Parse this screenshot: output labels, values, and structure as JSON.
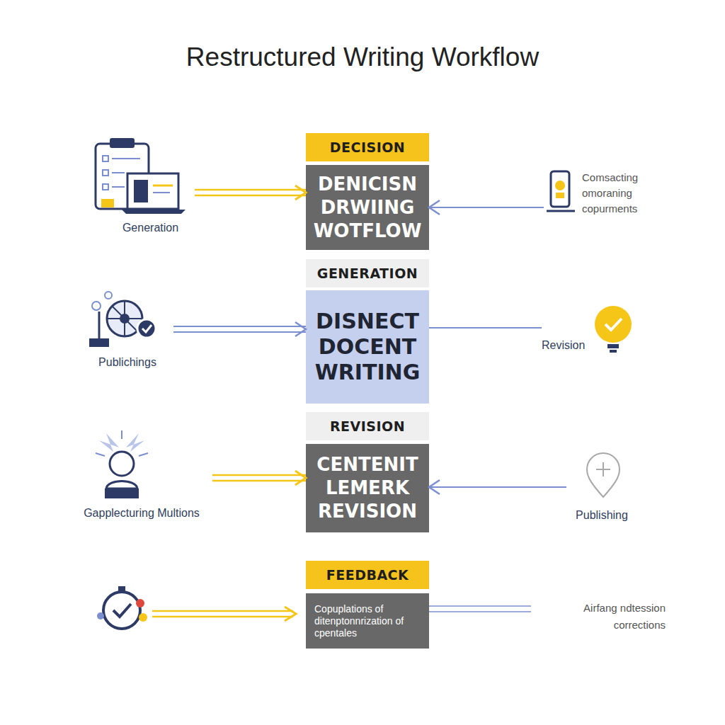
{
  "diagram": {
    "title": "Restructured Writing Workflow",
    "nodes": [
      {
        "text": [
          "DECISION"
        ]
      },
      {
        "text": [
          "Generation"
        ]
      },
      {
        "text": [
          "DENICISN DRWIING WOTFLOW"
        ]
      },
      {
        "text": [
          "Comsacting omoraning copurments"
        ]
      },
      {
        "text": [
          "GENERATION"
        ]
      },
      {
        "text": [
          "Publichings"
        ]
      },
      {
        "text": [
          "DISNECT DOCENT WRITING"
        ]
      },
      {
        "text": [
          "Revision"
        ]
      },
      {
        "text": [
          "REVISION"
        ]
      },
      {
        "text": [
          "Gapplecturing Multions"
        ]
      },
      {
        "text": [
          "CENTENIT LEMERK REVISION"
        ]
      },
      {
        "text": [
          "Publishing"
        ]
      },
      {
        "text": [
          "FEEDBACK"
        ]
      },
      {
        "text": [
          "Copuplations of ditenptonnrization of cpentales"
        ]
      },
      {
        "text": [
          "Airfang ndtession corrections"
        ]
      }
    ],
    "edges": [
      {
        "from": 1,
        "to": 2,
        "arrow": "to"
      },
      {
        "from": 3,
        "to": 2,
        "arrow": "to"
      },
      {
        "from": 5,
        "to": 6,
        "arrow": "to"
      },
      {
        "from": 6,
        "to": 7,
        "arrow": "none"
      },
      {
        "from": 9,
        "to": 10,
        "arrow": "to"
      },
      {
        "from": 11,
        "to": 10,
        "arrow": "to"
      },
      {
        "from": 13,
        "to": 14,
        "arrow": "none"
      }
    ]
  }
}
